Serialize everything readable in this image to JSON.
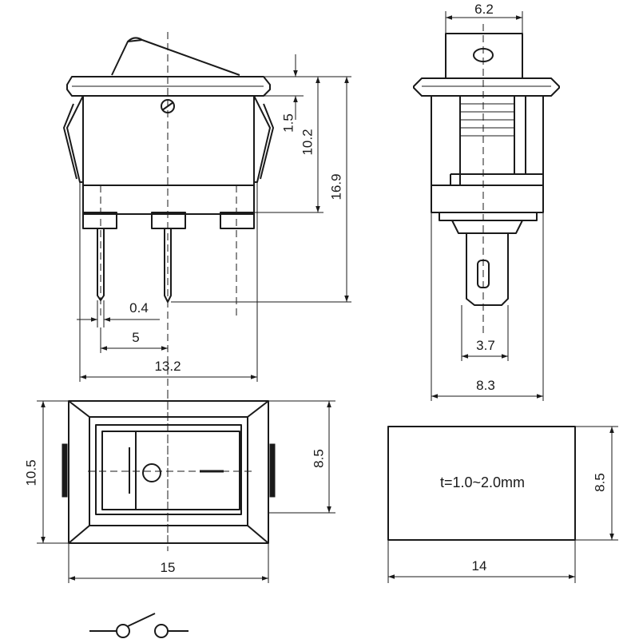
{
  "dimensions": {
    "top_width_6_2": "6.2",
    "height_1_5": "1.5",
    "height_10_2": "10.2",
    "height_16_9": "16.9",
    "pin_thickness_0_4": "0.4",
    "pin_pitch_5": "5",
    "body_width_13_2": "13.2",
    "pin_width_3_7": "3.7",
    "side_width_8_3": "8.3",
    "front_height_10_5": "10.5",
    "front_inner_height_8_5": "8.5",
    "front_width_15": "15",
    "cutout_height_8_5": "8.5",
    "cutout_width_14": "14"
  },
  "panel_note": "t=1.0~2.0mm"
}
